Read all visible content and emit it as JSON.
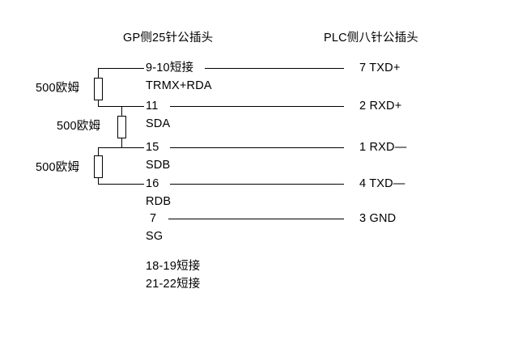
{
  "diagram": {
    "title_left": "GP侧25针公插头",
    "title_right": "PLC侧八针公插头",
    "resistor_labels": [
      "500欧姆",
      "500欧姆",
      "500欧姆"
    ],
    "left_pins": [
      {
        "pin": "9-10短接",
        "signal": "TRMX+RDA"
      },
      {
        "pin": "11",
        "signal": "SDA"
      },
      {
        "pin": "15",
        "signal": "SDB"
      },
      {
        "pin": "16",
        "signal": "RDB"
      },
      {
        "pin": "7",
        "signal": "SG"
      }
    ],
    "right_pins": [
      "7  TXD+",
      "2  RXD+",
      "1 RXD—",
      "4  TXD—",
      "3 GND"
    ],
    "notes": [
      "18-19短接",
      "21-22短接"
    ],
    "colors": {
      "stroke": "#000000",
      "background": "#ffffff"
    }
  }
}
